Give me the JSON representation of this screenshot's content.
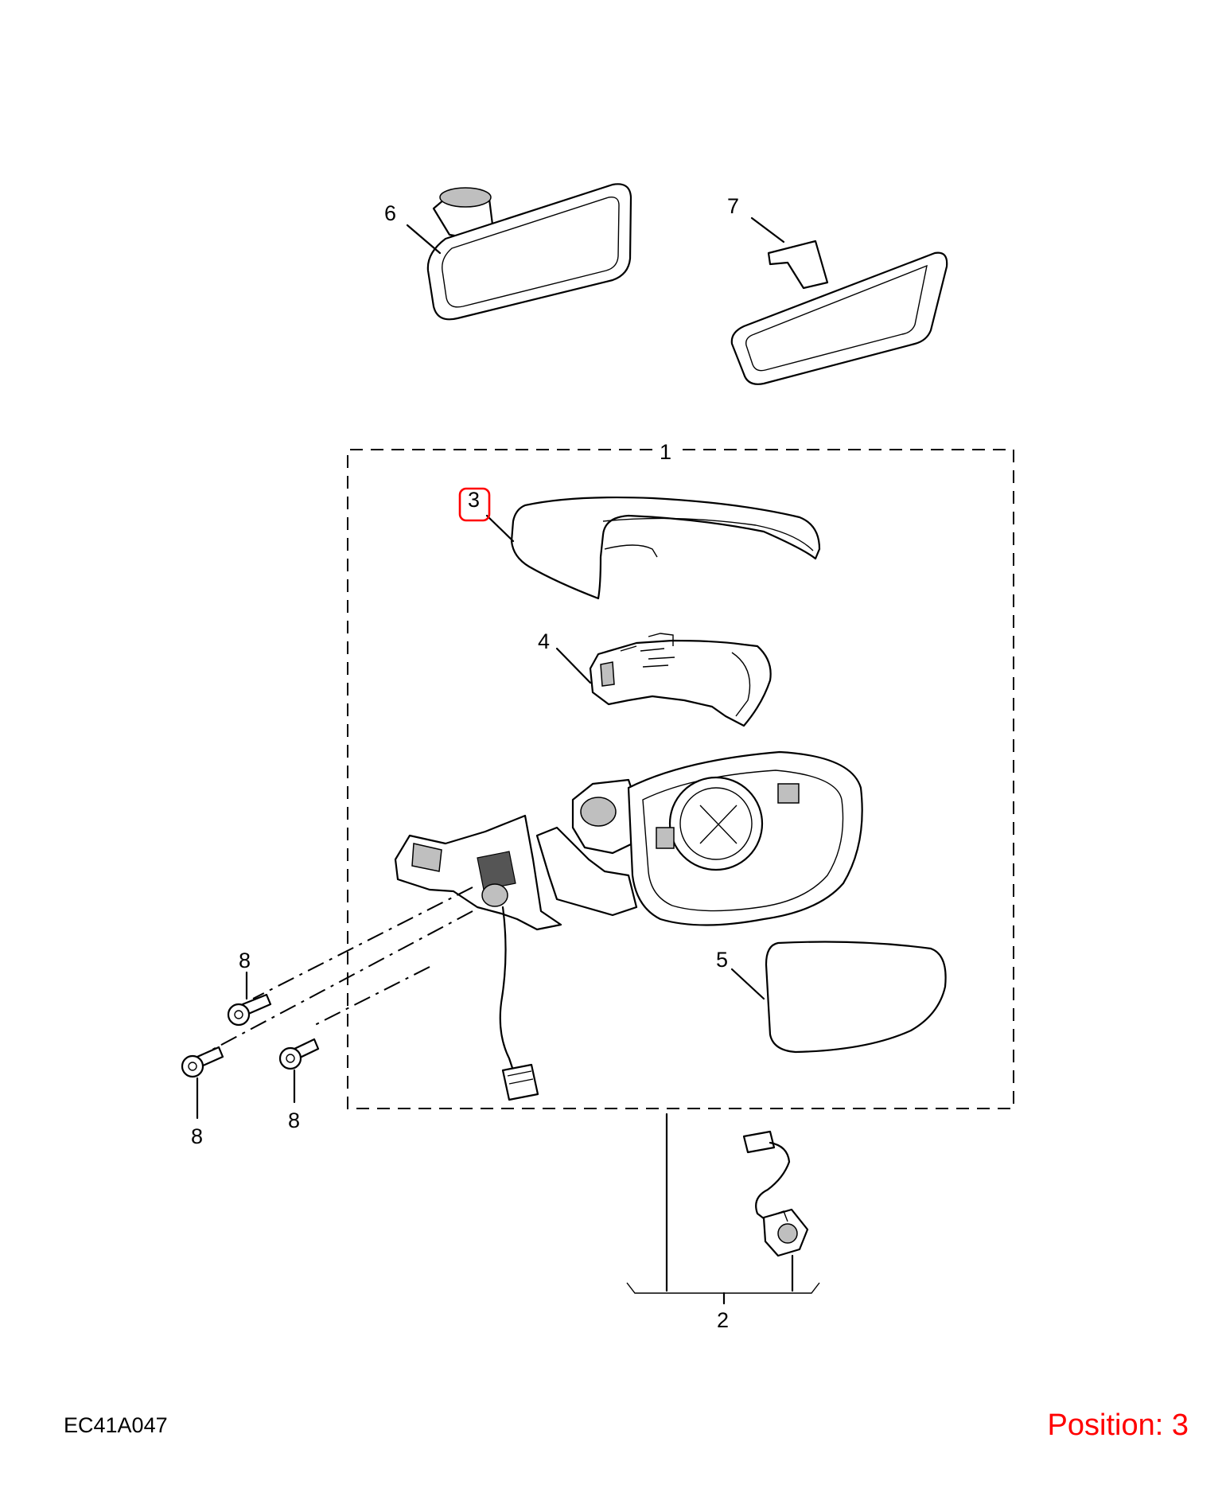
{
  "diagram_code": "EC41A047",
  "position_label": "Position: 3",
  "highlight_color": "#ff0000",
  "callouts": {
    "c1": "1",
    "c2": "2",
    "c3": "3",
    "c4": "4",
    "c5": "5",
    "c6": "6",
    "c7": "7",
    "c8a": "8",
    "c8b": "8",
    "c8c": "8"
  },
  "highlighted_callout": "3"
}
